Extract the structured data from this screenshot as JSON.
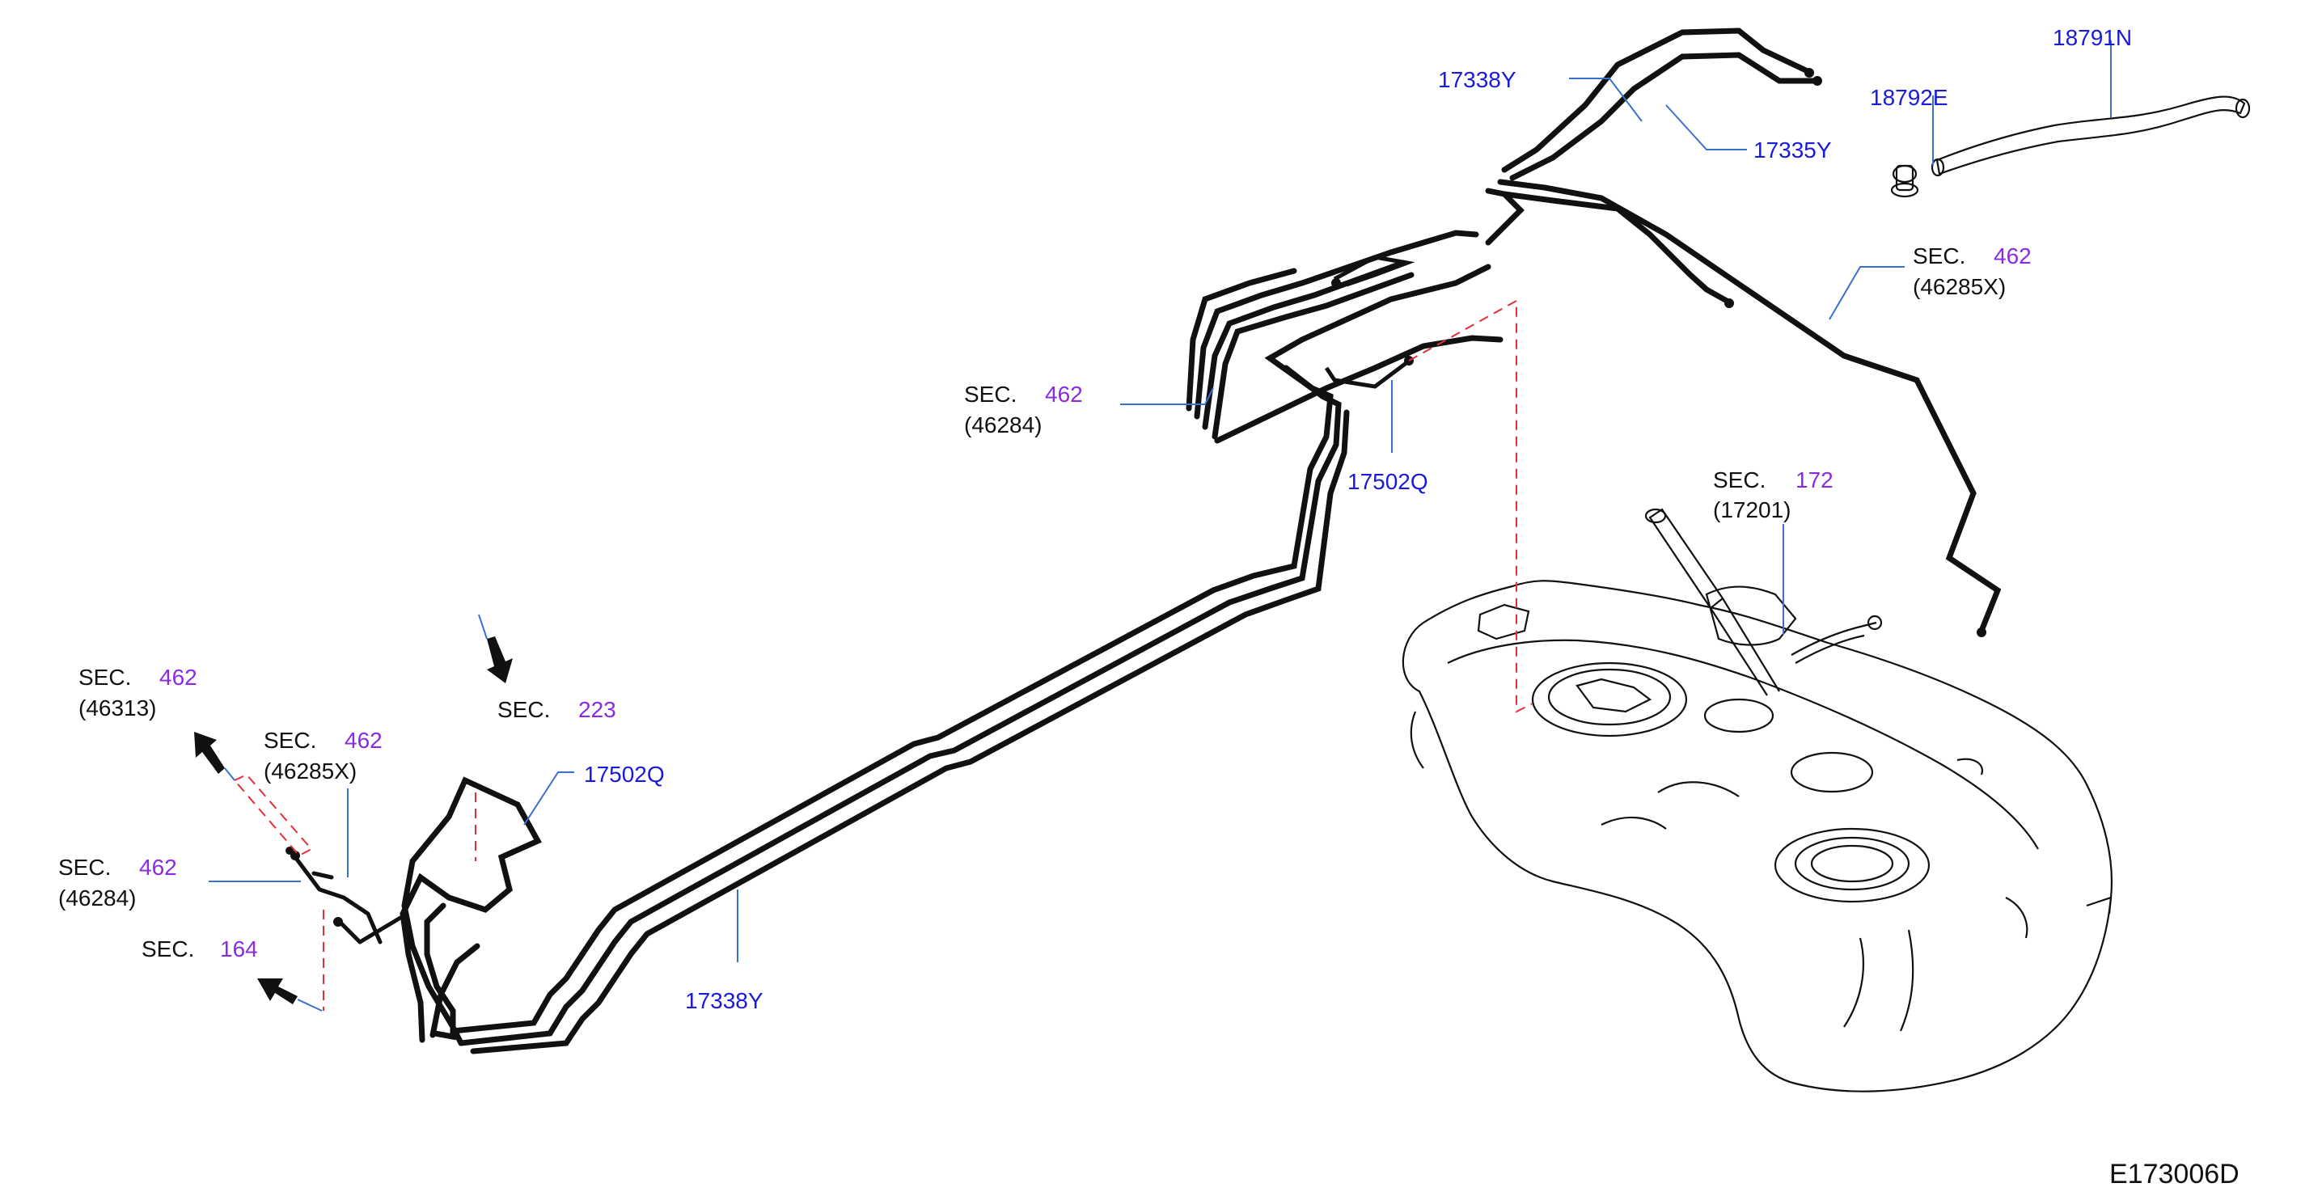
{
  "diagram": {
    "parts": {
      "p_17338y_top": "17338Y",
      "p_17335y": "17335Y",
      "p_18792e": "18792E",
      "p_18791n": "18791N",
      "p_17502q_mid": "17502Q",
      "p_17502q_left": "17502Q",
      "p_17338y_bottom": "17338Y"
    },
    "sections": {
      "sec_word": "SEC.",
      "s462_46285x_right": {
        "num": "462",
        "code": "(46285X)"
      },
      "s462_46284_mid": {
        "num": "462",
        "code": "(46284)"
      },
      "s172_17201": {
        "num": "172",
        "code": "(17201)"
      },
      "s223": {
        "num": "223"
      },
      "s462_46313": {
        "num": "462",
        "code": "(46313)"
      },
      "s462_46285x_left": {
        "num": "462",
        "code": "(46285X)"
      },
      "s462_46284_left": {
        "num": "462",
        "code": "(46284)"
      },
      "s164": {
        "num": "164"
      }
    },
    "figure_id": "E173006D"
  }
}
